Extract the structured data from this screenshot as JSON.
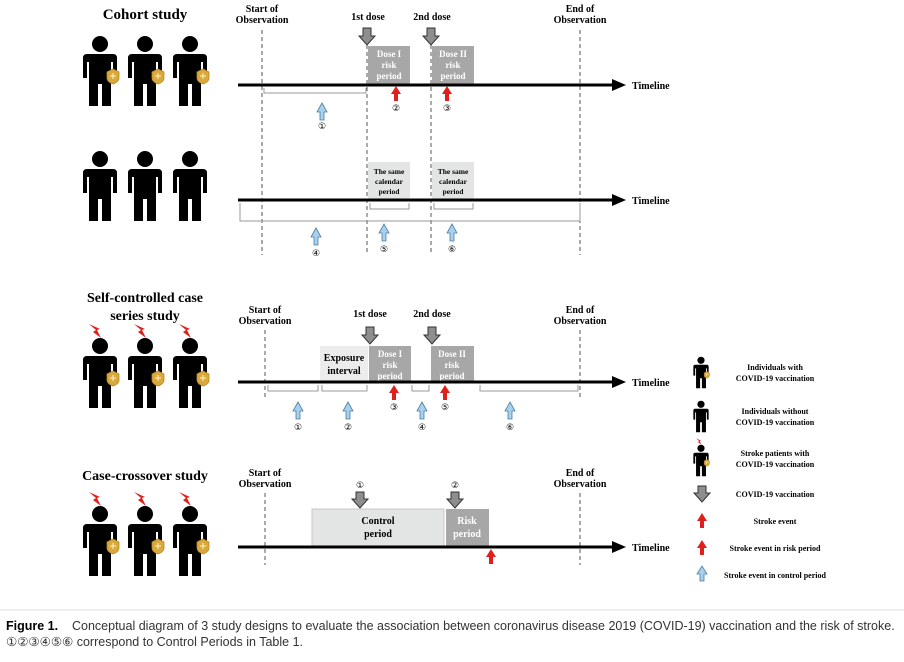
{
  "cohort": {
    "title": "Cohort study",
    "start": [
      "Start of",
      "Observation"
    ],
    "first_dose": "1st dose",
    "second_dose": "2nd dose",
    "end": [
      "End of",
      "Observation"
    ],
    "dose1": [
      "Dose I",
      "risk",
      "period"
    ],
    "dose2": [
      "Dose II",
      "risk",
      "period"
    ],
    "same1": [
      "The same",
      "calendar",
      "period"
    ],
    "same2": [
      "The same",
      "calendar",
      "period"
    ],
    "timeline": "Timeline",
    "markers_top": [
      "①",
      "②",
      "③"
    ],
    "markers_bottom": [
      "④",
      "⑤",
      "⑥"
    ]
  },
  "sccs": {
    "title": [
      "Self-controlled case",
      "series study"
    ],
    "start": [
      "Start of",
      "Observation"
    ],
    "first_dose": "1st dose",
    "second_dose": "2nd dose",
    "end": [
      "End of",
      "Observation"
    ],
    "exposure": [
      "Exposure",
      "interval"
    ],
    "dose1": [
      "Dose I",
      "risk",
      "period"
    ],
    "dose2": [
      "Dose II",
      "risk",
      "period"
    ],
    "timeline": "Timeline",
    "markers": [
      "①",
      "②",
      "③",
      "④",
      "⑤",
      "⑥"
    ]
  },
  "cc": {
    "title": "Case-crossover study",
    "start": [
      "Start of",
      "Observation"
    ],
    "end": [
      "End of",
      "Observation"
    ],
    "control": [
      "Control",
      "period"
    ],
    "risk": [
      "Risk",
      "period"
    ],
    "timeline": "Timeline",
    "markers": [
      "①",
      "②"
    ]
  },
  "legend": [
    {
      "icon": "person-vaccinated",
      "text": [
        "Individuals with",
        "COVID-19 vaccination"
      ]
    },
    {
      "icon": "person",
      "text": [
        "Individuals without",
        "COVID-19 vaccination"
      ]
    },
    {
      "icon": "person-stroke-vaccinated",
      "text": [
        "Stroke patients with",
        "COVID-19 vaccination"
      ]
    },
    {
      "icon": "gray-down-arrow",
      "text": [
        "COVID-19 vaccination"
      ]
    },
    {
      "icon": "red-up-arrow",
      "text": [
        "Stroke event"
      ]
    },
    {
      "icon": "red-up-arrow",
      "text": [
        "Stroke event in risk period"
      ]
    },
    {
      "icon": "blue-up-arrow",
      "text": [
        "Stroke event in control period"
      ]
    }
  ],
  "caption": {
    "label": "Figure 1.",
    "text": "Conceptual diagram of 3 study designs to evaluate the association between coronavirus disease 2019 (COVID-19) vaccination and the risk of stroke. ①②③④⑤⑥ correspond to Control Periods in Table 1."
  },
  "colors": {
    "risk_box": "#a7a7a7",
    "control_box": "#e3e4e4",
    "stroke_red": "#e0201c",
    "control_blue": "#a9d0ec",
    "vaccination_gray": "#8e8e8e",
    "badge_gold": "#d9a93b"
  }
}
